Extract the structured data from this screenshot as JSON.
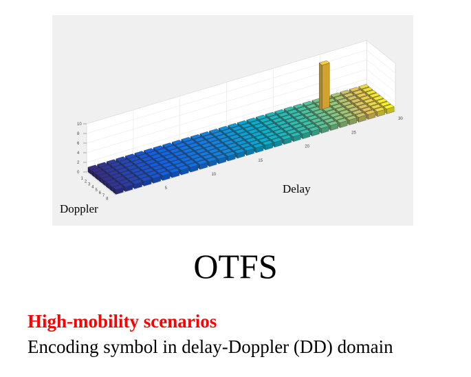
{
  "figure": {
    "axis_labels": {
      "delay": "Delay",
      "doppler": "Doppler"
    },
    "z_ticks": [
      "0",
      "2",
      "4",
      "6",
      "8",
      "10"
    ],
    "delay_ticks": [
      "5",
      "10",
      "15",
      "20",
      "25",
      "30"
    ],
    "doppler_ticks": [
      "1",
      "2",
      "3",
      "4",
      "5",
      "6",
      "7",
      "8"
    ],
    "delay_bins": 30,
    "doppler_bins": 8,
    "base_height": 1,
    "peak": {
      "delay": 25,
      "doppler": 3,
      "height": 10
    },
    "colors": {
      "background": "#f0f0f0",
      "peak": "#ffc636"
    }
  },
  "title": "OTFS",
  "line1": "High-mobility scenarios",
  "line2": "Encoding symbol in delay-Doppler (DD) domain"
}
